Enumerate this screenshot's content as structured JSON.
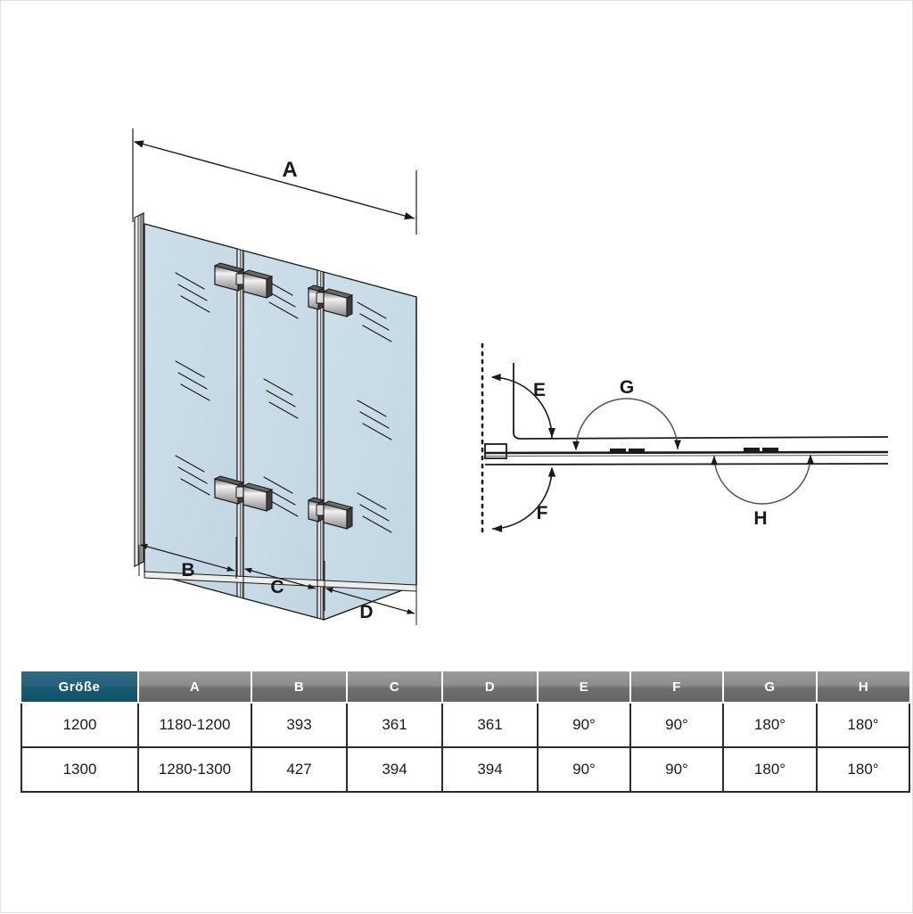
{
  "document": {
    "type": "technical-drawing",
    "subject": "Folding bath shower screen – 3 panel",
    "background_color": "#ffffff",
    "glass_color": "#c6d9e4",
    "line_color": "#1a1a1a"
  },
  "elevation_view": {
    "name": "front-elevation",
    "dimension_labels": {
      "overall_width": "A",
      "panel_left": "B",
      "panel_middle": "C",
      "panel_right": "D"
    },
    "panel_count": 3,
    "hinge_count": 4
  },
  "plan_view": {
    "name": "top-plan-view",
    "angle_labels": {
      "wall_hinge_open": "E",
      "wall_hinge_fold": "F",
      "panel_hinge_1": "G",
      "panel_hinge_2": "H"
    },
    "wall_marker": "dotted-wall-line"
  },
  "spec_table": {
    "headers": [
      "Größe",
      "A",
      "B",
      "C",
      "D",
      "E",
      "F",
      "G",
      "H"
    ],
    "header_accent_color": "#175a74",
    "header_color": "#6f6f6f",
    "rows": [
      {
        "size": "1200",
        "a": "1180-1200",
        "b": "393",
        "c": "361",
        "d": "361",
        "e": "90°",
        "f": "90°",
        "g": "180°",
        "h": "180°"
      },
      {
        "size": "1300",
        "a": "1280-1300",
        "b": "427",
        "c": "394",
        "d": "394",
        "e": "90°",
        "f": "90°",
        "g": "180°",
        "h": "180°"
      }
    ]
  }
}
